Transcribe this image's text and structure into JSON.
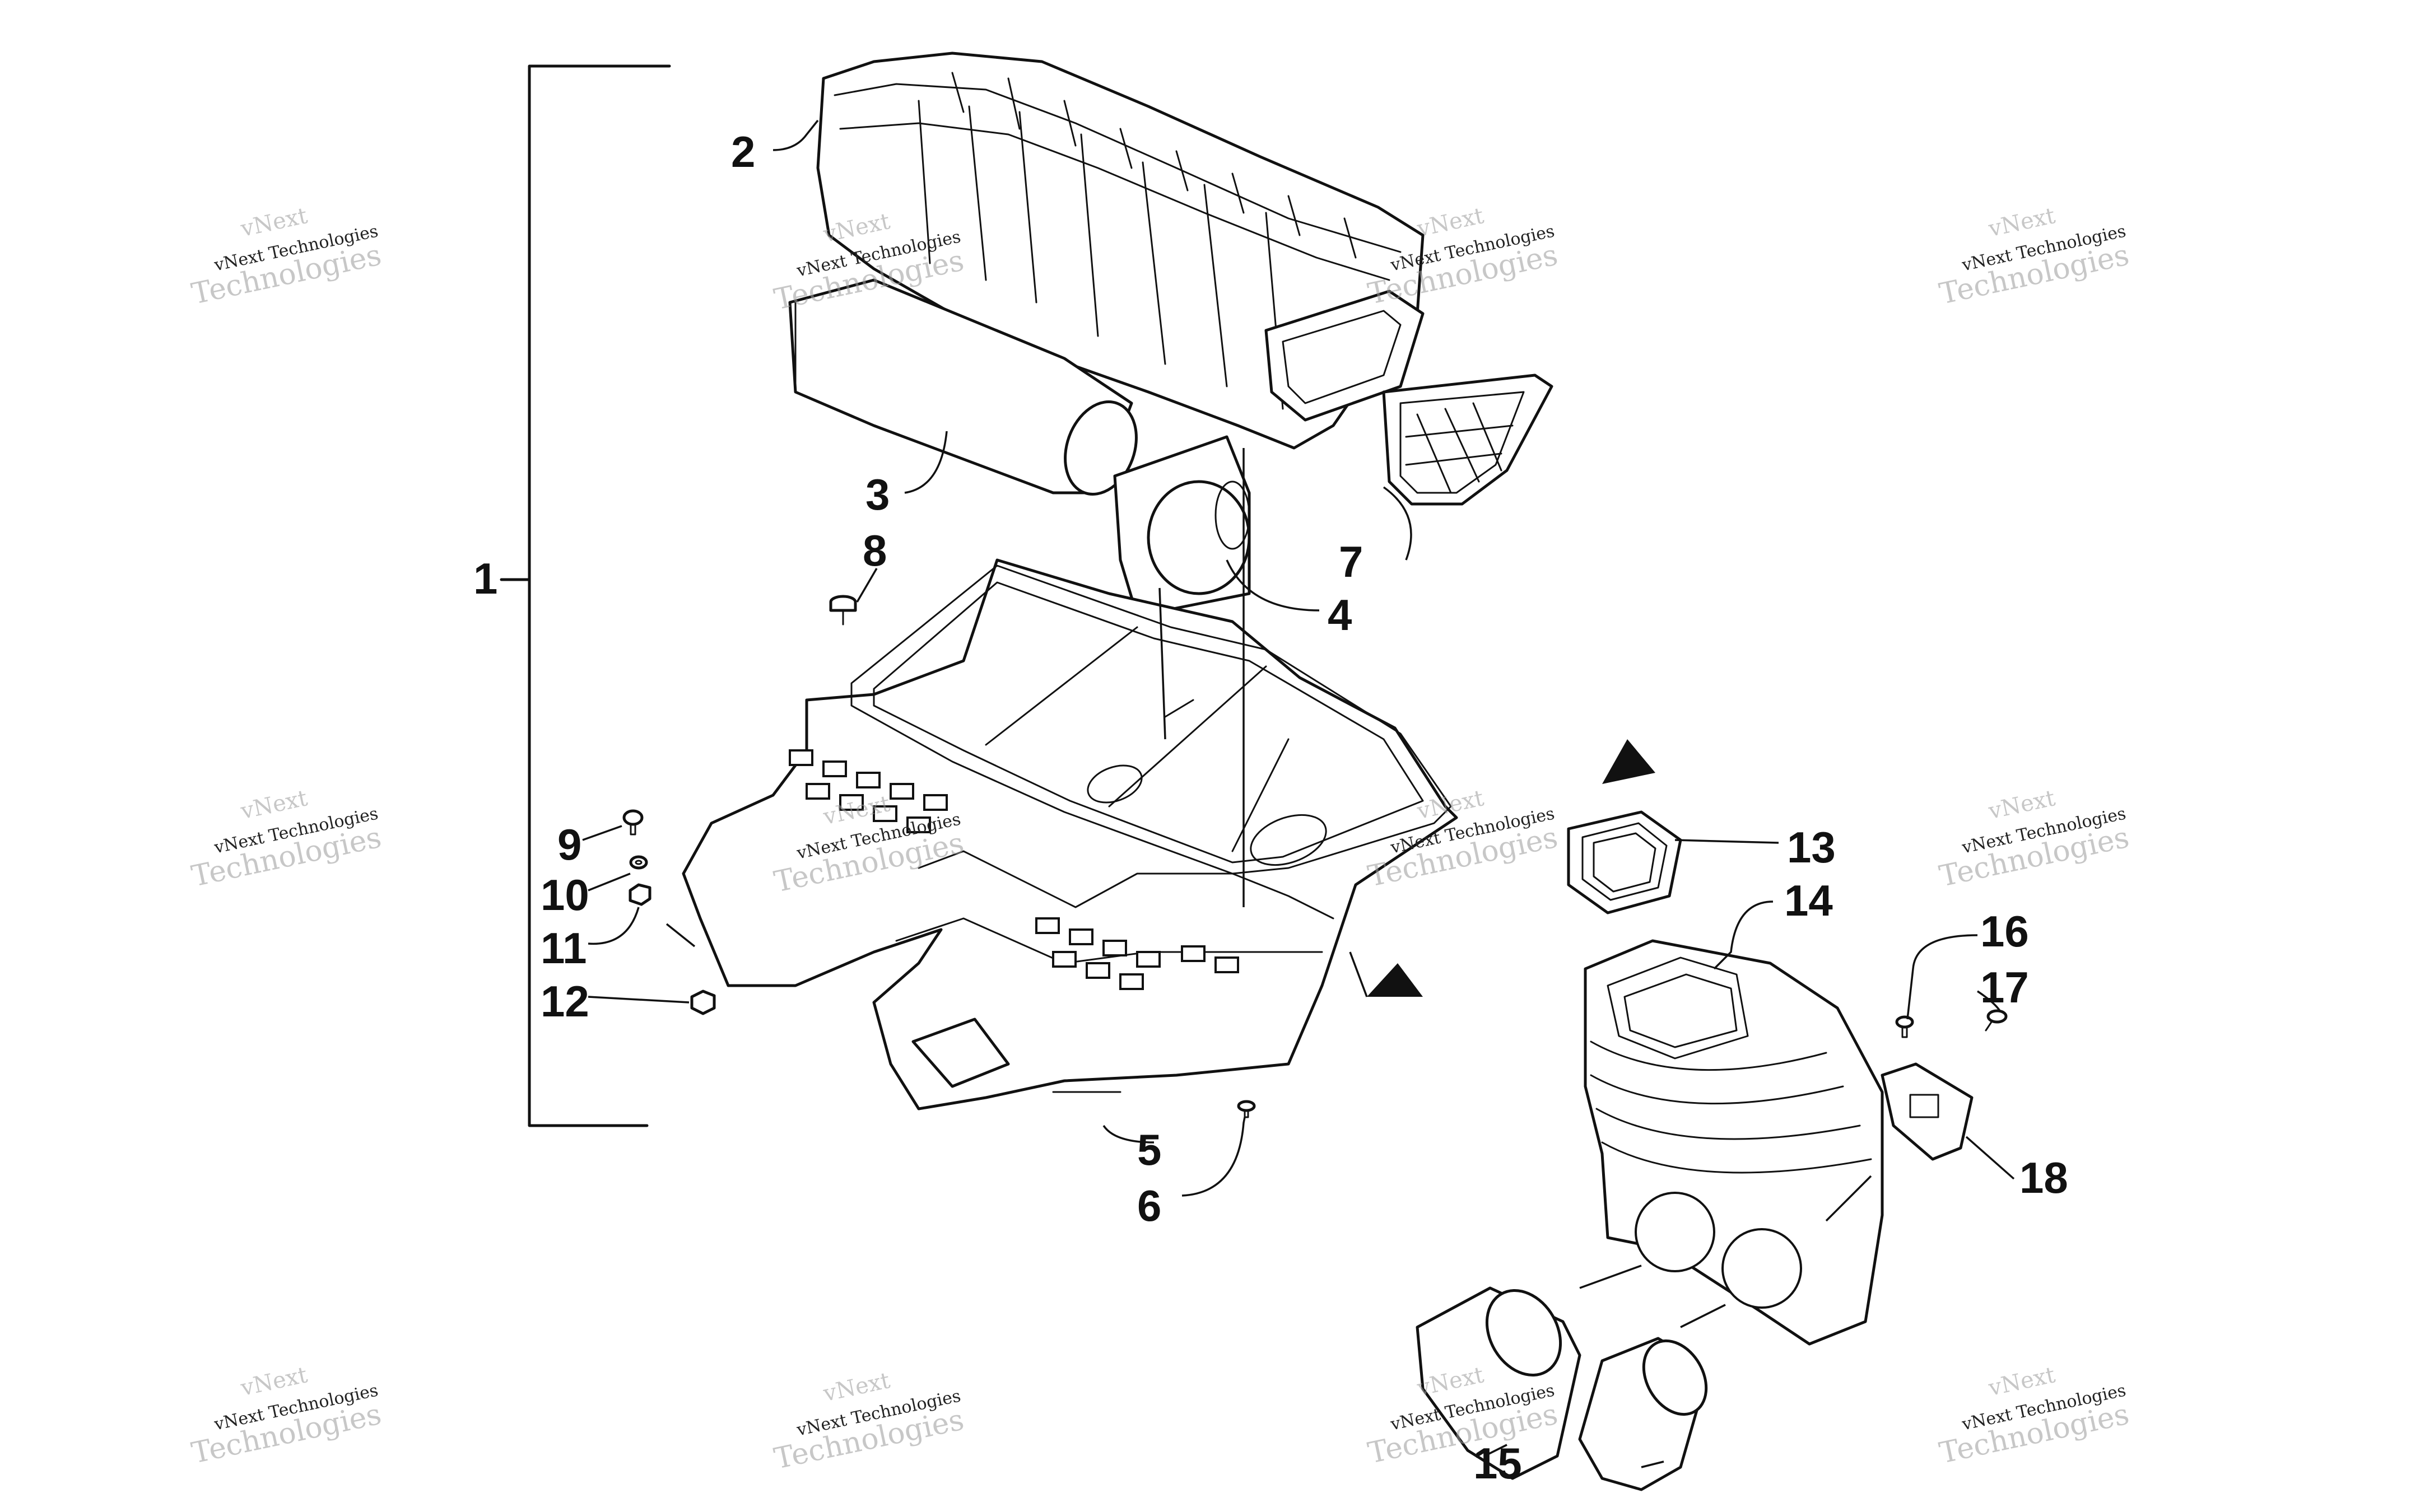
{
  "callouts": [
    {
      "id": "1",
      "label": "1"
    },
    {
      "id": "2",
      "label": "2"
    },
    {
      "id": "3",
      "label": "3"
    },
    {
      "id": "4",
      "label": "4"
    },
    {
      "id": "5",
      "label": "5"
    },
    {
      "id": "6",
      "label": "6"
    },
    {
      "id": "7",
      "label": "7"
    },
    {
      "id": "8",
      "label": "8"
    },
    {
      "id": "9",
      "label": "9"
    },
    {
      "id": "10",
      "label": "10"
    },
    {
      "id": "11",
      "label": "11"
    },
    {
      "id": "12",
      "label": "12"
    },
    {
      "id": "13",
      "label": "13"
    },
    {
      "id": "14",
      "label": "14"
    },
    {
      "id": "15",
      "label": "15"
    },
    {
      "id": "16",
      "label": "16"
    },
    {
      "id": "17",
      "label": "17"
    },
    {
      "id": "18",
      "label": "18"
    }
  ],
  "watermark": {
    "line1": "vNext",
    "line2": "vNext Technologies",
    "line3": "Technologies"
  },
  "colors": {
    "ink": "#111111",
    "watermark": "#9a9a9a",
    "background": "#ffffff"
  }
}
